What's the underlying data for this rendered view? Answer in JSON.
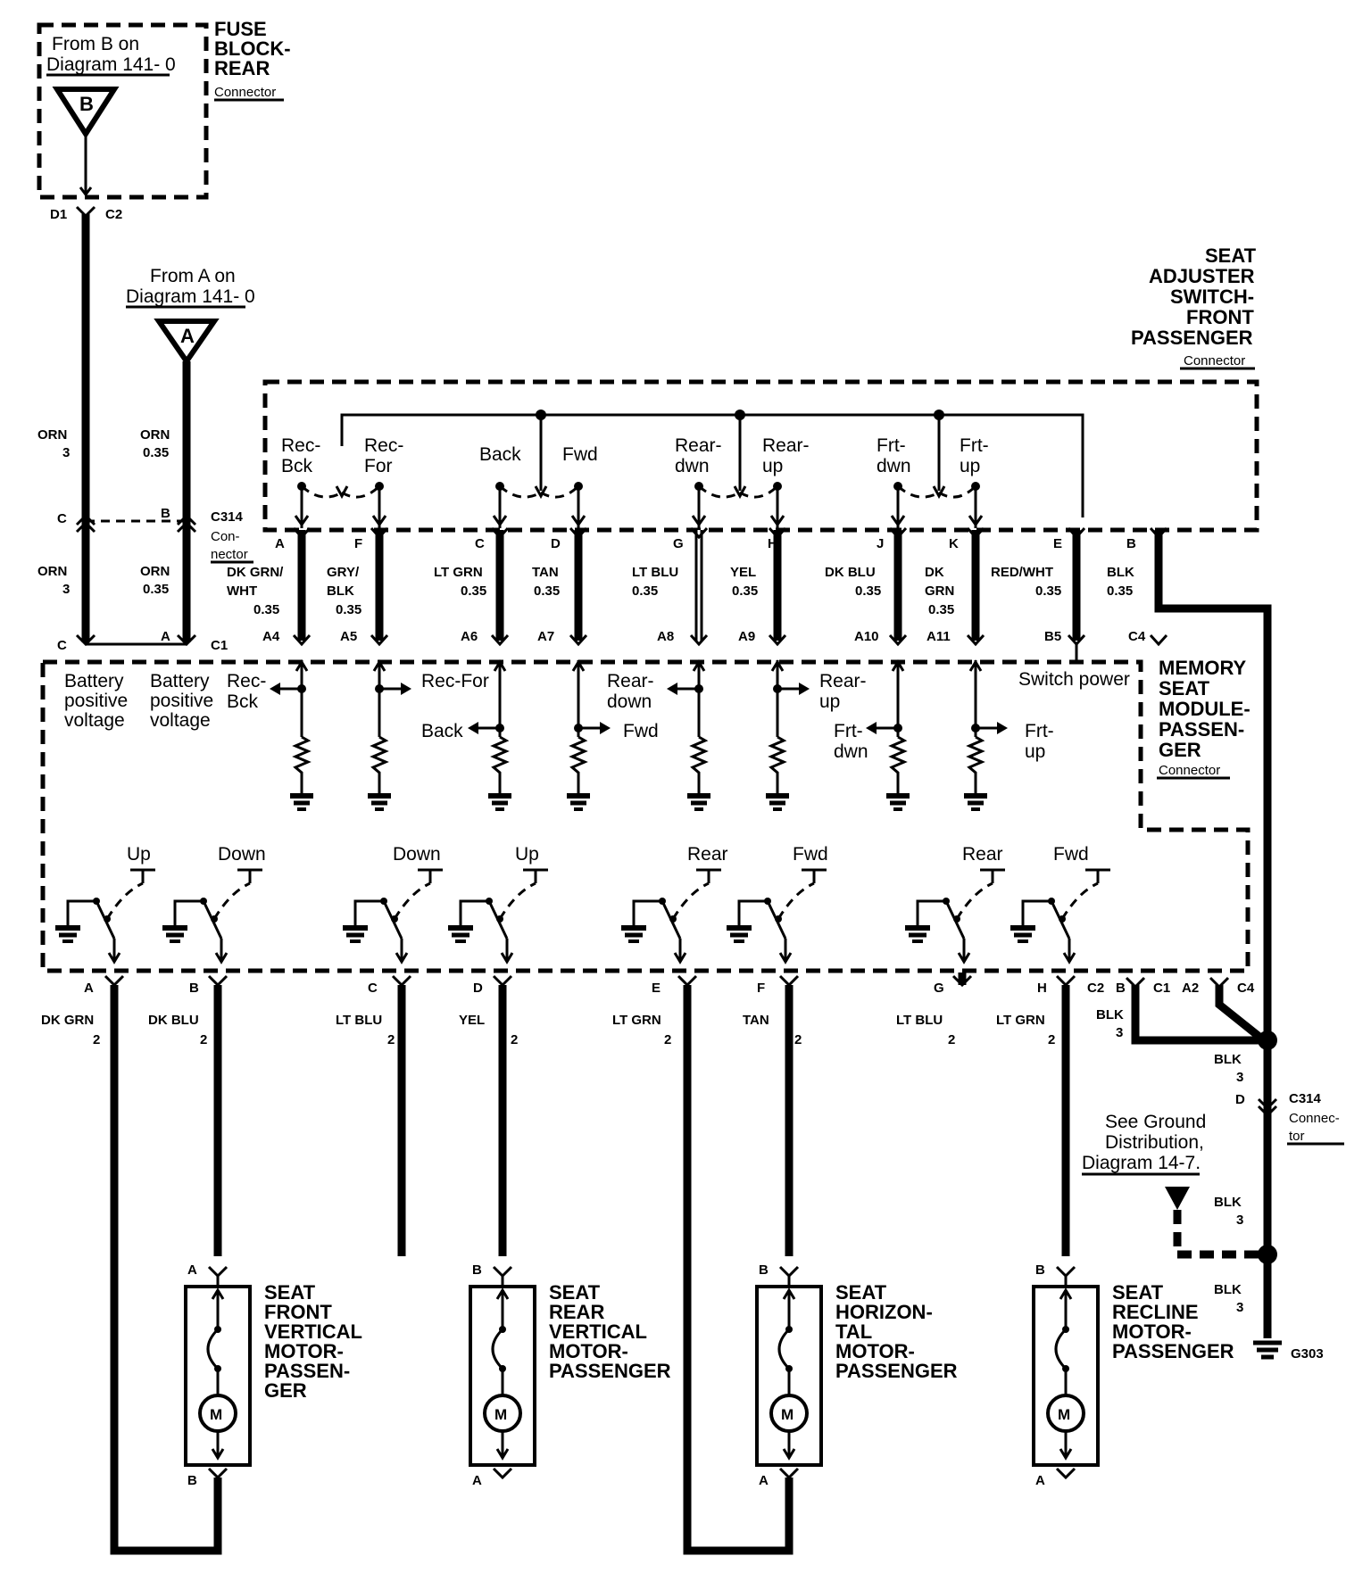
{
  "fuse_block": {
    "title_lines": [
      "FUSE",
      "BLOCK-",
      "REAR"
    ],
    "connector": "Connector",
    "from_lines": [
      "From B on",
      "Diagram 141- 0"
    ],
    "symbol": "B",
    "pins": [
      "D1",
      "C2"
    ]
  },
  "from_a": {
    "lines": [
      "From A on",
      "Diagram 141- 0"
    ],
    "symbol": "A"
  },
  "switch": {
    "title_lines": [
      "SEAT",
      "ADJUSTER",
      "SWITCH-",
      "FRONT",
      "PASSENGER"
    ],
    "connector": "Connector",
    "contacts": [
      [
        "Rec-",
        "Bck"
      ],
      [
        "Rec-",
        "For"
      ],
      [
        "Back"
      ],
      [
        "Fwd"
      ],
      [
        "Rear-",
        "dwn"
      ],
      [
        "Rear-",
        "up"
      ],
      [
        "Frt-",
        "dwn"
      ],
      [
        "Frt-",
        "up"
      ]
    ]
  },
  "c314_top": {
    "name": "C314",
    "sub": [
      "Con-",
      "nector"
    ],
    "pins": [
      "C",
      "B"
    ]
  },
  "feed_wires": [
    {
      "color": "ORN",
      "size": "3"
    },
    {
      "color": "ORN",
      "size": "0.35"
    },
    {
      "color": "ORN",
      "size": "3"
    },
    {
      "color": "ORN",
      "size": "0.35"
    }
  ],
  "switch_wires": [
    {
      "top_pin": "A",
      "color": [
        "DK GRN/",
        "WHT"
      ],
      "size": "0.35",
      "bottom_pin": "A4"
    },
    {
      "top_pin": "F",
      "color": [
        "GRY/",
        "BLK"
      ],
      "size": "0.35",
      "bottom_pin": "A5"
    },
    {
      "top_pin": "C",
      "color": [
        "LT GRN"
      ],
      "size": "0.35",
      "bottom_pin": "A6"
    },
    {
      "top_pin": "D",
      "color": [
        "TAN"
      ],
      "size": "0.35",
      "bottom_pin": "A7"
    },
    {
      "top_pin": "G",
      "color": [
        "LT BLU"
      ],
      "size": "0.35",
      "bottom_pin": "A8"
    },
    {
      "top_pin": "H",
      "color": [
        "YEL"
      ],
      "size": "0.35",
      "bottom_pin": "A9"
    },
    {
      "top_pin": "J",
      "color": [
        "DK BLU"
      ],
      "size": "0.35",
      "bottom_pin": "A10"
    },
    {
      "top_pin": "K",
      "color": [
        "DK",
        "GRN"
      ],
      "size": "0.35",
      "bottom_pin": "A11"
    },
    {
      "top_pin": "E",
      "color": [
        "RED/WHT"
      ],
      "size": "0.35",
      "bottom_pin": "B5"
    },
    {
      "top_pin": "B",
      "color": [
        "BLK"
      ],
      "size": "0.35",
      "bottom_pin": "C4"
    }
  ],
  "module": {
    "title_lines": [
      "MEMORY",
      "SEAT",
      "MODULE-",
      "PASSEN-",
      "GER"
    ],
    "connector": "Connector",
    "input_pins": [
      "C",
      "A",
      "C1"
    ],
    "batt1": [
      "Battery",
      "positive",
      "voltage"
    ],
    "batt2": [
      "Battery",
      "positive",
      "voltage"
    ],
    "inputs": [
      [
        "Rec-",
        "Bck"
      ],
      [
        "Rec-For"
      ],
      [
        "Back"
      ],
      [
        "Fwd"
      ],
      [
        "Rear-",
        "down"
      ],
      [
        "Rear-",
        "up"
      ],
      [
        "Frt-",
        "dwn"
      ],
      [
        "Frt-",
        "up"
      ]
    ],
    "switch_power": "Switch power",
    "relay_labels": [
      "Up",
      "Down",
      "Down",
      "Up",
      "Rear",
      "Fwd",
      "Rear",
      "Fwd"
    ],
    "c2": "C2",
    "right_pins": [
      "B",
      "C1",
      "A2",
      "C4"
    ]
  },
  "motor_wires": [
    {
      "pin": "A",
      "color": "DK GRN",
      "size": "2"
    },
    {
      "pin": "B",
      "color": "DK BLU",
      "size": "2"
    },
    {
      "pin": "C",
      "color": "LT BLU",
      "size": "2"
    },
    {
      "pin": "D",
      "color": "YEL",
      "size": "2"
    },
    {
      "pin": "E",
      "color": "LT GRN",
      "size": "2"
    },
    {
      "pin": "F",
      "color": "TAN",
      "size": "2"
    },
    {
      "pin": "G",
      "color": "LT BLU",
      "size": "2"
    },
    {
      "pin": "H",
      "color": "LT GRN",
      "size": "2"
    }
  ],
  "ground": {
    "blk1": [
      "BLK",
      "3"
    ],
    "blk2": [
      "BLK",
      "3"
    ],
    "blk3": [
      "BLK",
      "3"
    ],
    "blk4": [
      "BLK",
      "3"
    ],
    "c314_pin": "D",
    "c314": "C314",
    "c314_sub": [
      "Connec-",
      "tor"
    ],
    "see": [
      "See Ground",
      "Distribution,",
      "Diagram 14-7."
    ],
    "g303": "G303"
  },
  "motors": [
    {
      "top": "A",
      "bottom": "B",
      "title_lines": [
        "SEAT",
        "FRONT",
        "VERTICAL",
        "MOTOR-",
        "PASSEN-",
        "GER"
      ],
      "symbol": "M"
    },
    {
      "top": "B",
      "bottom": "A",
      "title_lines": [
        "SEAT",
        "REAR",
        "VERTICAL",
        "MOTOR-",
        "PASSENGER"
      ],
      "symbol": "M"
    },
    {
      "top": "B",
      "bottom": "A",
      "title_lines": [
        "SEAT",
        "HORIZON-",
        "TAL",
        "MOTOR-",
        "PASSENGER"
      ],
      "symbol": "M"
    },
    {
      "top": "B",
      "bottom": "A",
      "title_lines": [
        "SEAT",
        "RECLINE",
        "MOTOR-",
        "PASSENGER"
      ],
      "symbol": "M"
    }
  ]
}
